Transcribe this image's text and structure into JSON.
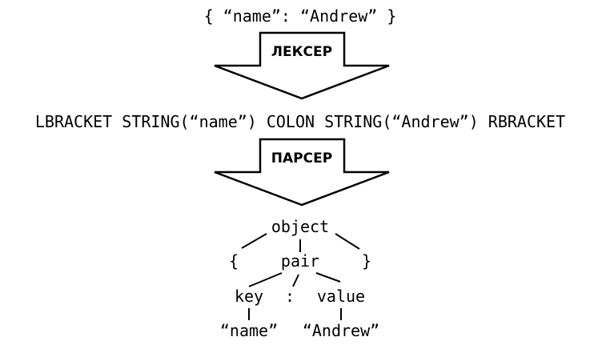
{
  "input_json": "{ “name”: “Andrew” }",
  "lexer": {
    "label": "ЛЕКСЕР"
  },
  "tokens": "LBRACKET STRING(“name”) COLON STRING(“Andrew”) RBRACKET",
  "parser": {
    "label": "ПАРСЕР"
  },
  "tree": {
    "root": "object",
    "open_brace": "{",
    "pair": "pair",
    "close_brace": "}",
    "key": "key",
    "colon": ":",
    "value": "value",
    "key_leaf": "“name”",
    "value_leaf": "“Andrew”"
  },
  "colors": {
    "ink": "#000000",
    "background": "#ffffff"
  }
}
